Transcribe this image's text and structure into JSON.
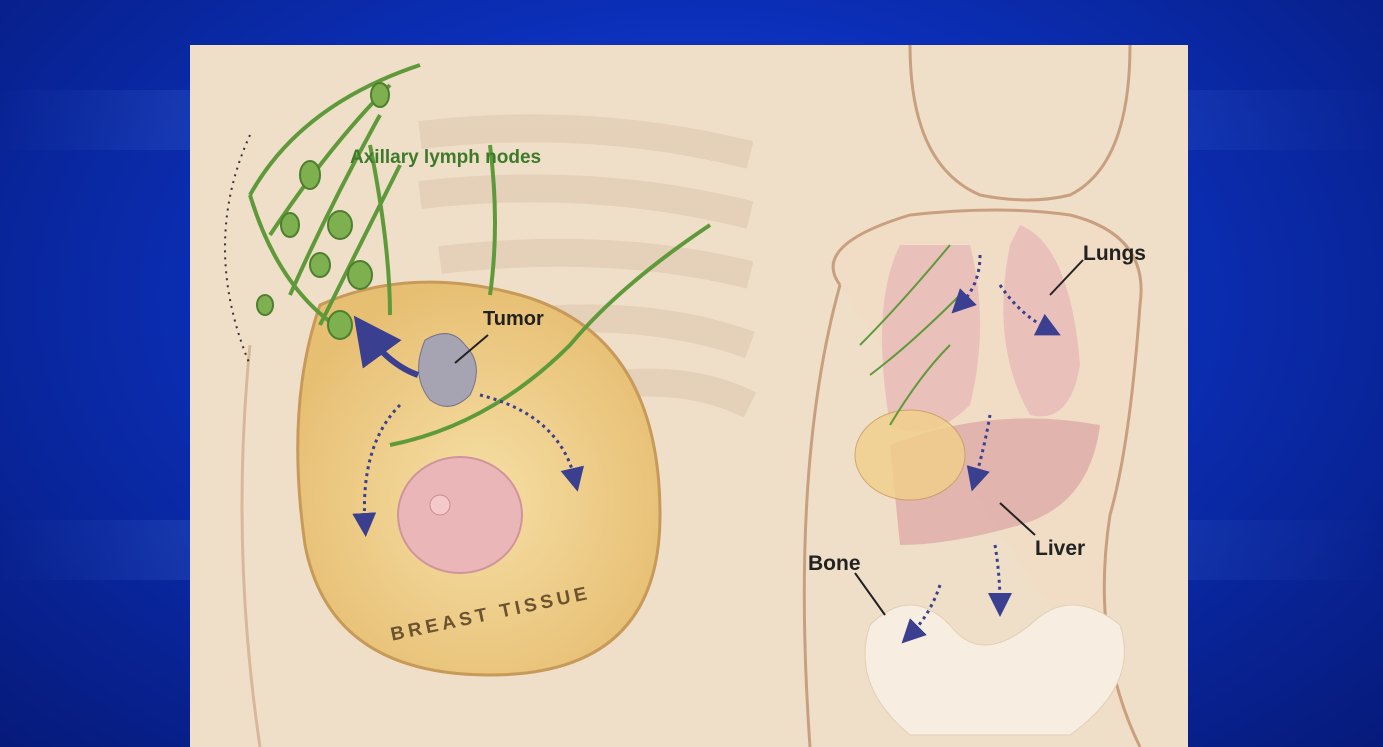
{
  "labels": {
    "axillary_lymph_nodes": "Axillary lymph nodes",
    "tumor": "Tumor",
    "breast_tissue": "BREAST TISSUE",
    "lungs": "Lungs",
    "liver": "Liver",
    "bone": "Bone"
  },
  "colors": {
    "background": "#0b2fb8",
    "panel": "#f0dfc8",
    "lymph": "#5f9a3a",
    "arrow": "#3a3f8f",
    "tissue": "#f2d08a",
    "nipple": "#eab6b8",
    "organ": "#e8b9b6"
  }
}
